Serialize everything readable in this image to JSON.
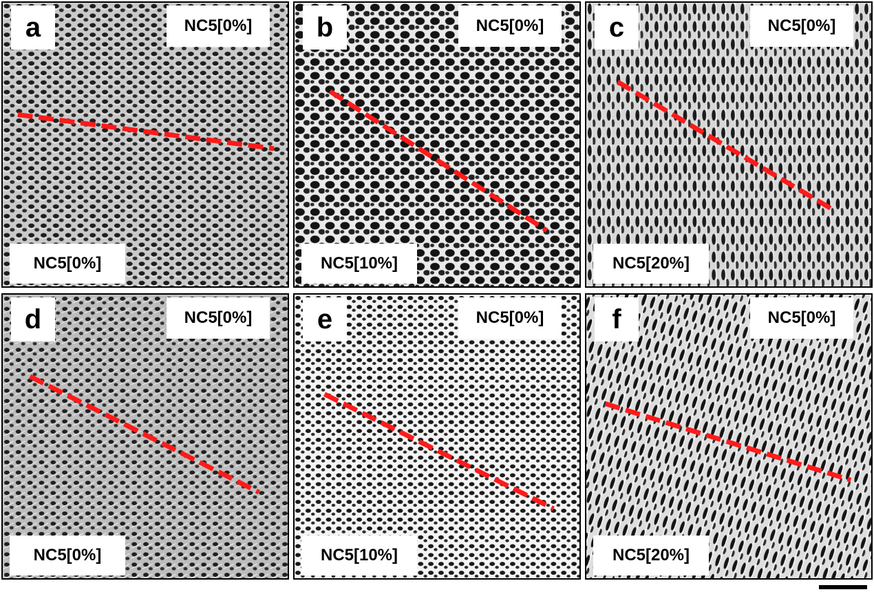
{
  "panels": [
    {
      "letter": "a",
      "top_label": "NC5[0%]",
      "bottom_label": "NC5[0%]",
      "texture": "fine-porous-light"
    },
    {
      "letter": "b",
      "top_label": "NC5[0%]",
      "bottom_label": "NC5[10%]",
      "texture": "large-cell-dark"
    },
    {
      "letter": "c",
      "top_label": "NC5[0%]",
      "bottom_label": "NC5[20%]",
      "texture": "elongated-pores"
    },
    {
      "letter": "d",
      "top_label": "NC5[0%]",
      "bottom_label": "NC5[0%]",
      "texture": "fine-porous-light"
    },
    {
      "letter": "e",
      "top_label": "NC5[0%]",
      "bottom_label": "NC5[10%]",
      "texture": "cellular-bright"
    },
    {
      "letter": "f",
      "top_label": "NC5[0%]",
      "bottom_label": "NC5[20%]",
      "texture": "streaked-pores"
    }
  ],
  "colors": {
    "interface_line": "#ff1a1a",
    "label_background": "#ffffff",
    "panel_border": "#000000"
  }
}
